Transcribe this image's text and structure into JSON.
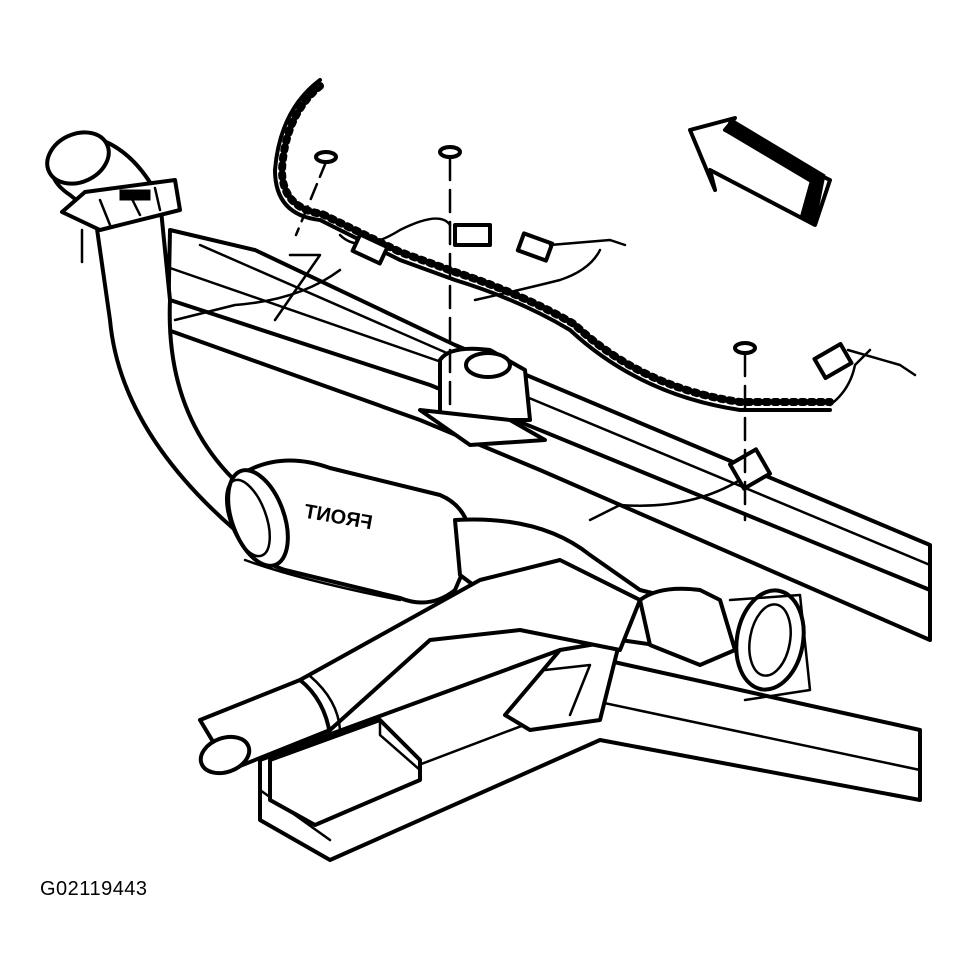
{
  "figure": {
    "id_label": "G02119443",
    "converter_stamp": "FRONT"
  },
  "components": [
    {
      "name": "frame-rail",
      "icon": "frame-rail"
    },
    {
      "name": "exhaust-pipe-left",
      "icon": "pipe"
    },
    {
      "name": "catalytic-converter",
      "icon": "converter"
    },
    {
      "name": "exhaust-pipe-right",
      "icon": "pipe"
    },
    {
      "name": "tailpipe",
      "icon": "pipe"
    },
    {
      "name": "wiring-harness",
      "icon": "harness"
    },
    {
      "name": "oxygen-sensor-connector-front",
      "icon": "connector"
    },
    {
      "name": "oxygen-sensor-connector-rear",
      "icon": "connector"
    },
    {
      "name": "mounting-bolt",
      "icon": "bolt"
    },
    {
      "name": "front-direction-arrow",
      "icon": "arrow"
    }
  ]
}
